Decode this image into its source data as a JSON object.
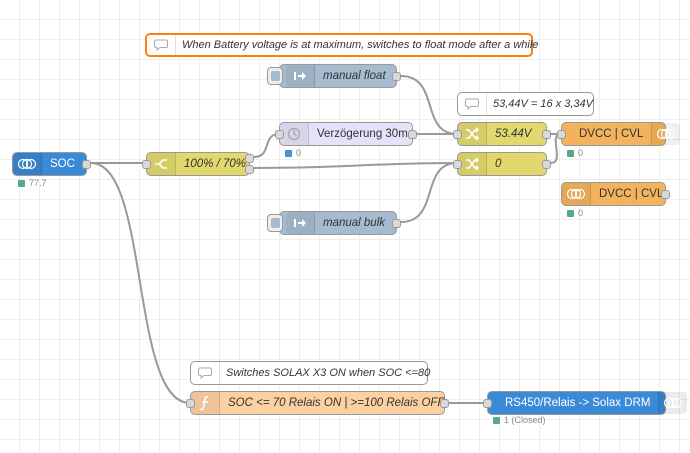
{
  "comments": {
    "battery_max": "When Battery voltage is at maximum, switches to float mode after a while",
    "voltage_calc": "53,44V = 16 x 3,34V",
    "solax": "Switches SOLAX X3 ON when SOC <=80"
  },
  "nodes": {
    "soc": {
      "label": "SOC",
      "status": "77.7",
      "color": "#3b8ad8",
      "icon": "victron-icon"
    },
    "switch_soc": {
      "label": "100% / 70%",
      "color": "#e2d96e",
      "icon": "switch-icon"
    },
    "delay": {
      "label": "Verzögerung 30m",
      "status": "0",
      "color": "#e6e0f8",
      "icon": "clock-icon"
    },
    "manual_float": {
      "label": "manual float",
      "color": "#a6bbcf",
      "icon": "arrow-right-icon"
    },
    "manual_bulk": {
      "label": "manual bulk",
      "color": "#a6bbcf",
      "icon": "arrow-right-icon"
    },
    "change_5344": {
      "label": "53.44V",
      "color": "#e2d96e",
      "icon": "shuffle-icon"
    },
    "change_0": {
      "label": "0",
      "color": "#e2d96e",
      "icon": "shuffle-icon"
    },
    "dvcc_1": {
      "label": "DVCC | CVL",
      "status": "0",
      "color": "#f3b35c",
      "icon": "victron-icon"
    },
    "dvcc_2": {
      "label": "DVCC | CVL",
      "status": "0",
      "color": "#f3b35c",
      "icon": "victron-icon"
    },
    "function_soc": {
      "label": "SOC <= 70 Relais ON | >=100 Relais OFF",
      "color": "#fdd0a2",
      "icon": "function-icon"
    },
    "relay": {
      "label": "RS450/Relais -> Solax DRM",
      "status": "1 (Closed)",
      "color": "#3b8ad8",
      "icon": "victron-icon"
    }
  },
  "status_colors": {
    "green": "#5a8",
    "blue": "#4a90d9"
  }
}
